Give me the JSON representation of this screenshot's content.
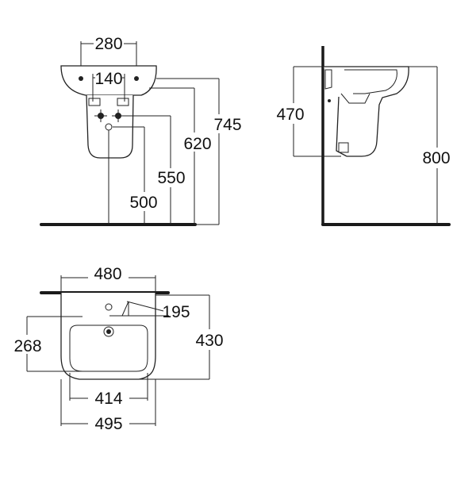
{
  "front_view": {
    "dim_width": "280",
    "dim_tap_spacing": "140",
    "dim_height_total": "745",
    "dim_height_rim": "620",
    "dim_height_waste": "550",
    "dim_height_supply": "500"
  },
  "side_view": {
    "dim_projection": "470",
    "dim_height": "800"
  },
  "top_view": {
    "dim_overall_width": "480",
    "dim_depth_to_hole": "195",
    "dim_bowl_depth": "268",
    "dim_overall_depth": "430",
    "dim_bowl_width": "414",
    "dim_outer_width": "495"
  },
  "colors": {
    "line": "#222222",
    "floor": "#1a1a1a",
    "background": "#ffffff"
  }
}
